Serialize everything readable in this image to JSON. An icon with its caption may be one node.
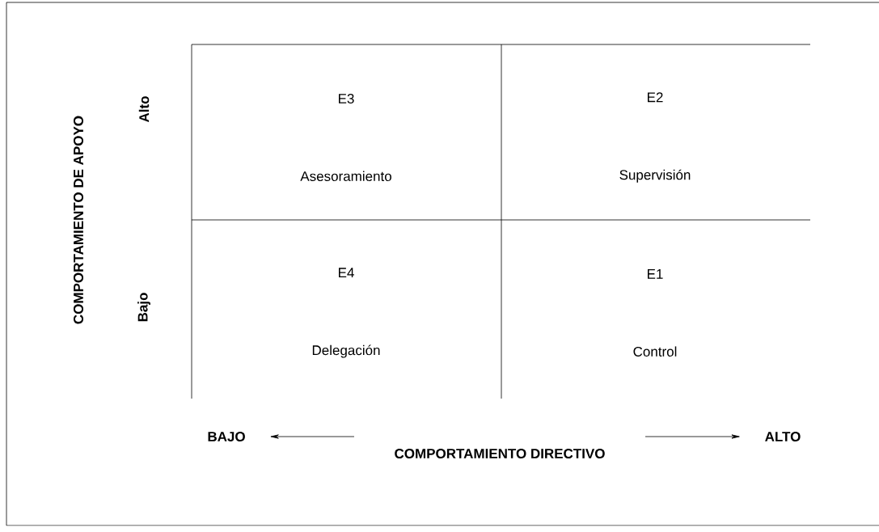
{
  "diagram": {
    "nodes": [
      {
        "text": [
          "E3",
          "Asesoramiento"
        ]
      },
      {
        "text": [
          "E2",
          "Supervisión"
        ]
      },
      {
        "text": [
          "E4",
          "Delegación"
        ]
      },
      {
        "text": [
          "E1",
          "Control"
        ]
      },
      {
        "text": [
          "BAJO"
        ]
      },
      {
        "text": [
          "COMPORTAMIENTO DIRECTIVO"
        ]
      },
      {
        "text": [
          "ALTO"
        ]
      }
    ],
    "edges": [
      {
        "from": 5,
        "to": 4,
        "arrow": "to"
      },
      {
        "from": 5,
        "to": 6,
        "arrow": "to"
      }
    ],
    "labels": [
      "COMPORTAMIENTO DE APOYO",
      "Alto",
      "Bajo"
    ]
  }
}
